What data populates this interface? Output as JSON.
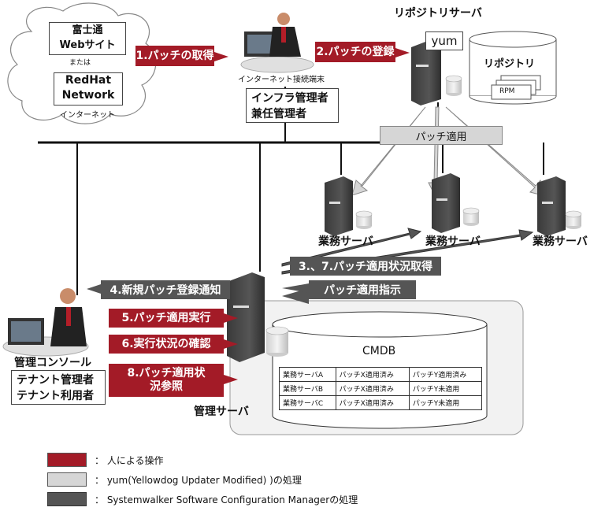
{
  "external": {
    "fujitsu": "富士通\nWebサイト",
    "or": "または",
    "redhat": "RedHat\nNetwork",
    "internet": "インターネット"
  },
  "terminal_label": "インターネット接続端末",
  "repo_server_title": "リポジトリサーバ",
  "yum_label": "yum",
  "repository_label": "リポジトリ",
  "rpm_label": "RPM",
  "infra_admin": "インフラ管理者\n兼任管理者",
  "patch_apply": "パッチ適用",
  "business_server": "業務サーバ",
  "management_server": "管理サーバ",
  "management_console": "管理コンソール",
  "tenant_users": "テナント管理者\nテナント利用者",
  "cmdb": {
    "title": "CMDB",
    "rows": [
      [
        "業務サーバA",
        "パッチX適用済み",
        "パッチY適用済み"
      ],
      [
        "業務サーバB",
        "パッチX適用済み",
        "パッチY未適用"
      ],
      [
        "業務サーバC",
        "パッチX適用済み",
        "パッチY未適用"
      ]
    ]
  },
  "steps": {
    "s1": "1.パッチの取得",
    "s2": "2.パッチの登録",
    "s3": "3.、7.パッチ適用状況取得",
    "s4": "4.新規パッチ登録通知",
    "s5": "5.パッチ適用実行",
    "s6": "6.実行状況の確認",
    "s8": "8.パッチ適用状\n況参照",
    "instruct": "パッチ適用指示"
  },
  "legend": [
    {
      "color": "#a31b27",
      "text": "： 人による操作"
    },
    {
      "color": "#d6d6d6",
      "text": "： yum(Yellowdog Updater Modified) )の処理"
    },
    {
      "color": "#555555",
      "text": "： Systemwalker Software Configuration Managerの処理"
    }
  ]
}
